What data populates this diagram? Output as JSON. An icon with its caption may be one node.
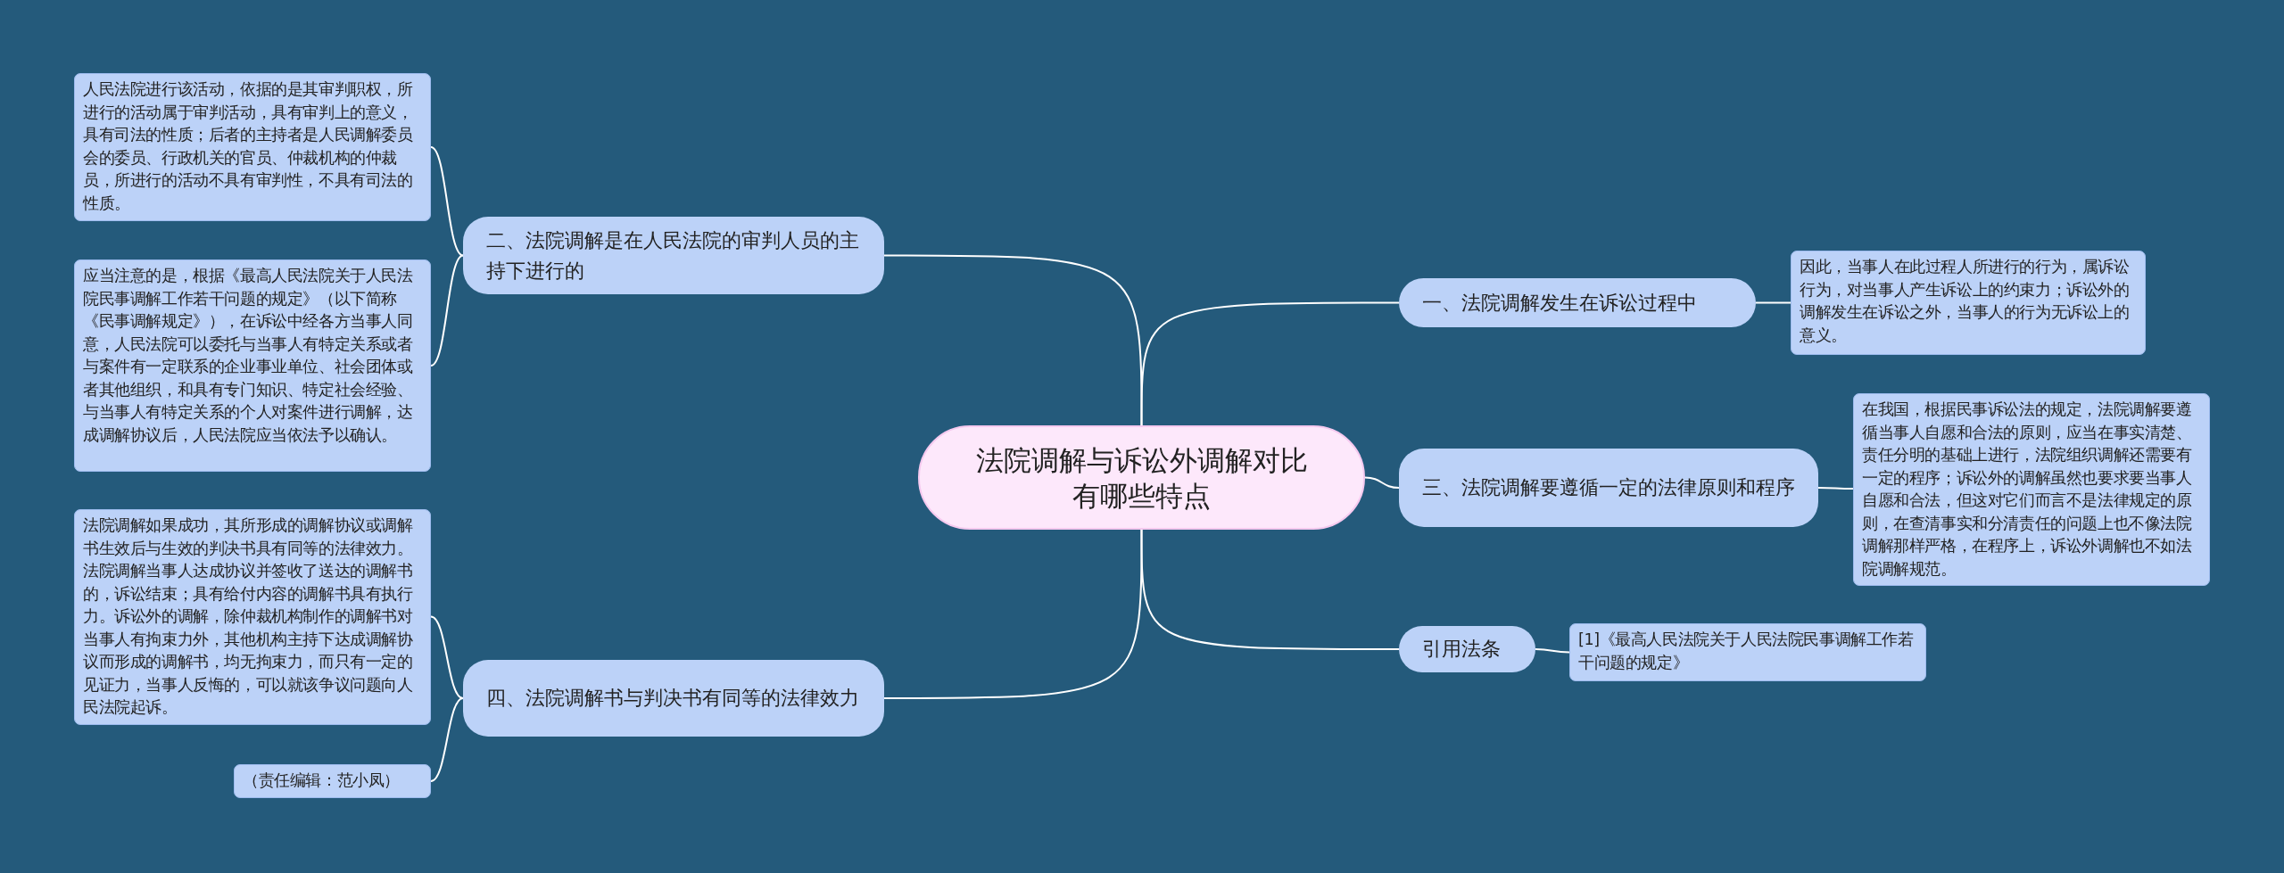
{
  "diagram": {
    "nodes": [
      {
        "text": [
          "法院调解与诉讼外调解对比有哪些特点"
        ]
      },
      {
        "text": [
          "二、法院调解是在人民法院的审判人员的主持下进行的"
        ]
      },
      {
        "text": [
          "人民法院进行该活动，依据的是其审判职权，所进行的活动属于审判活动，具有审判上的意义，具有司法的性质；后者的主持者是人民调解委员会的委员、行政机关的官员、仲裁机构的仲裁员，所进行的活动不具有审判性，不具有司法的性质。"
        ]
      },
      {
        "text": [
          "应当注意的是，根据《最高人民法院关于人民法院民事调解工作若干问题的规定》（以下简称《民事调解规定》），在诉讼中经各方当事人同意，人民法院可以委托与当事人有特定关系或者与案件有一定联系的企业事业单位、社会团体或者其他组织，和具有专门知识、特定社会经验、与当事人有特定关系的个人对案件进行调解，达成调解协议后，人民法院应当依法予以确认。"
        ]
      },
      {
        "text": [
          "四、法院调解书与判决书有同等的法律效力"
        ]
      },
      {
        "text": [
          "法院调解如果成功，其所形成的调解协议或调解书生效后与生效的判决书具有同等的法律效力。法院调解当事人达成协议并签收了送达的调解书的，诉讼结束；具有给付内容的调解书具有执行力。诉讼外的调解，除仲裁机构制作的调解书对当事人有拘束力外，其他机构主持下达成调解协议而形成的调解书，均无拘束力，而只有一定的见证力，当事人反悔的，可以就该争议问题向人民法院起诉。"
        ]
      },
      {
        "text": [
          "（责任编辑：范小凤）"
        ]
      },
      {
        "text": [
          "一、法院调解发生在诉讼过程中"
        ]
      },
      {
        "text": [
          "因此，当事人在此过程人所进行的行为，属诉讼行为，对当事人产生诉讼上的约束力；诉讼外的调解发生在诉讼之外，当事人的行为无诉讼上的意义。"
        ]
      },
      {
        "text": [
          "三、法院调解要遵循一定的法律原则和程序"
        ]
      },
      {
        "text": [
          "在我国，根据民事诉讼法的规定，法院调解要遵循当事人自愿和合法的原则，应当在事实清楚、责任分明的基础上进行，法院组织调解还需要有一定的程序；诉讼外的调解虽然也要求要当事人自愿和合法，但这对它们而言不是法律规定的原则，在查清事实和分清责任的问题上也不像法院调解那样严格，在程序上，诉讼外调解也不如法院调解规范。"
        ]
      },
      {
        "text": [
          "引用法条"
        ]
      },
      {
        "text": [
          "[1]《最高人民法院关于人民法院民事调解工作若干问题的规定》"
        ]
      }
    ],
    "edges": [
      {
        "from": 0,
        "to": 1,
        "arrow": "none"
      },
      {
        "from": 1,
        "to": 2,
        "arrow": "none"
      },
      {
        "from": 1,
        "to": 3,
        "arrow": "none"
      },
      {
        "from": 0,
        "to": 4,
        "arrow": "none"
      },
      {
        "from": 4,
        "to": 5,
        "arrow": "none"
      },
      {
        "from": 4,
        "to": 6,
        "arrow": "none"
      },
      {
        "from": 0,
        "to": 7,
        "arrow": "none"
      },
      {
        "from": 7,
        "to": 8,
        "arrow": "none"
      },
      {
        "from": 0,
        "to": 9,
        "arrow": "none"
      },
      {
        "from": 9,
        "to": 10,
        "arrow": "none"
      },
      {
        "from": 0,
        "to": 11,
        "arrow": "none"
      },
      {
        "from": 11,
        "to": 12,
        "arrow": "none"
      }
    ]
  }
}
